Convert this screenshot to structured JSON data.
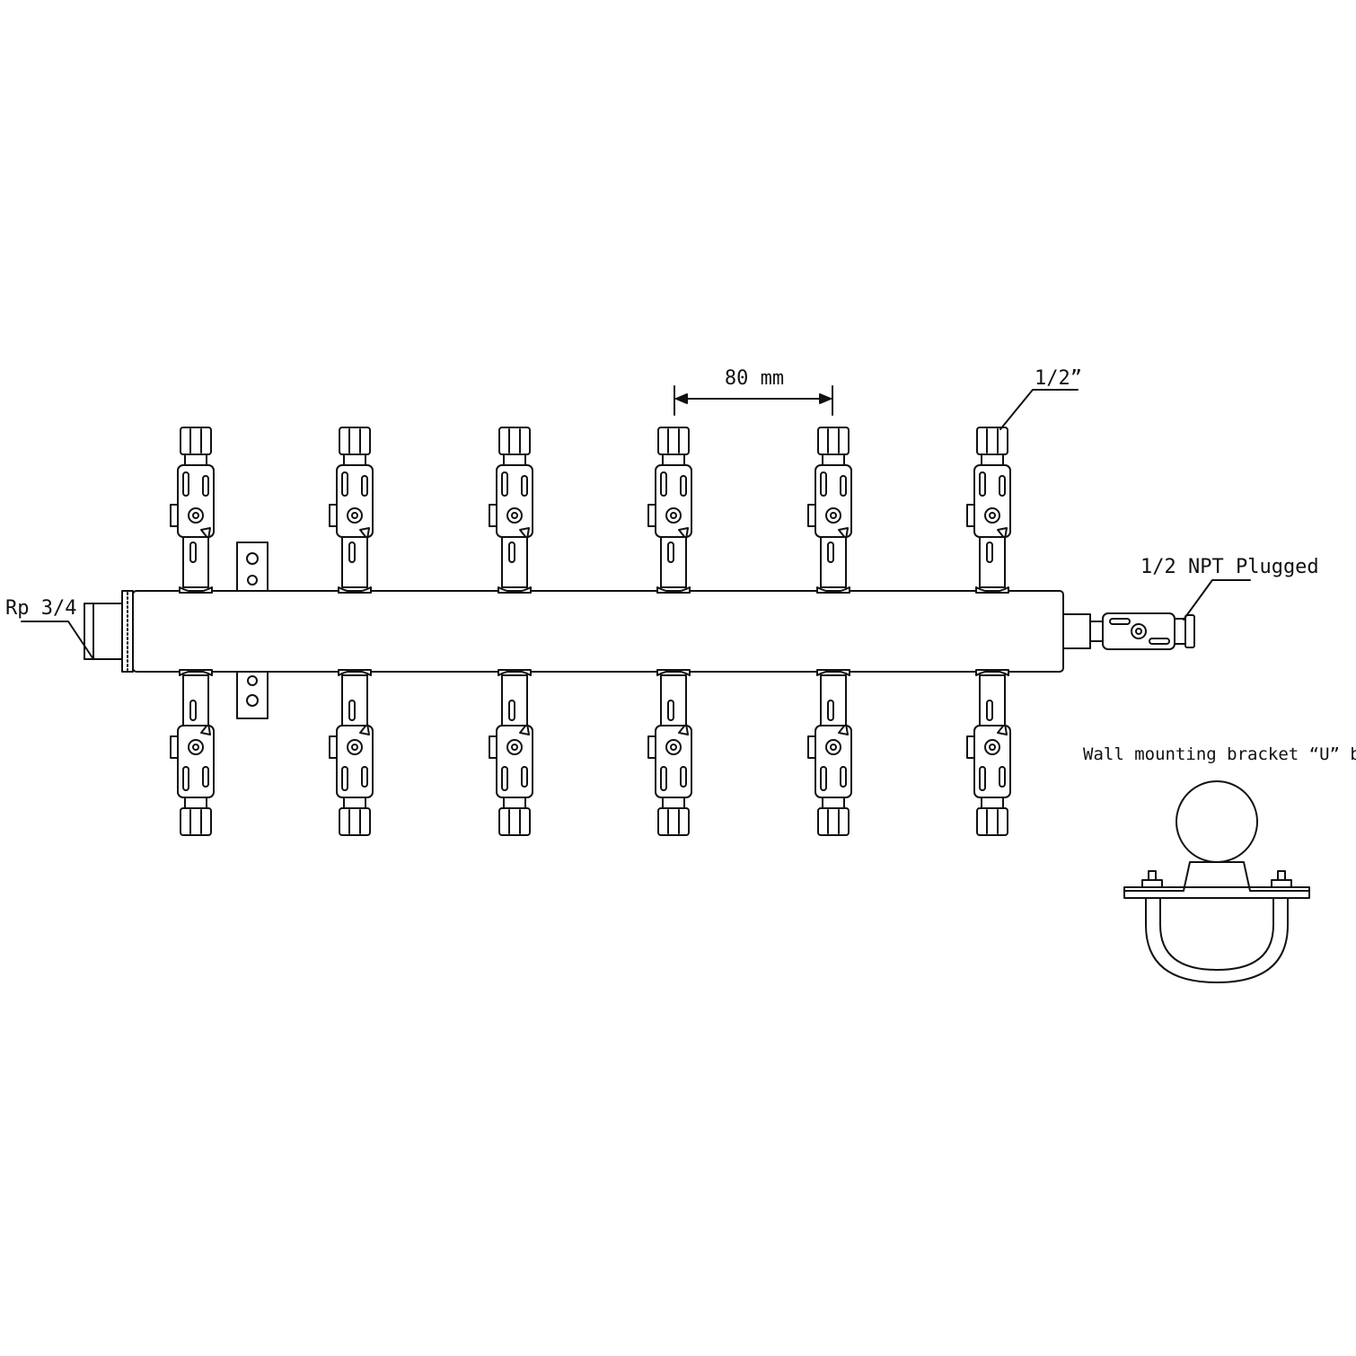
{
  "labels": {
    "spacing": "80 mm",
    "outlet_size": "1/2”",
    "inlet": "Rp 3/4",
    "end_plug": "1/2 NPT Plugged",
    "bracket_caption": "Wall mounting bracket “U” bolt"
  },
  "manifold": {
    "outlets_per_side": 6,
    "sides": [
      "top",
      "bottom"
    ]
  },
  "colors": {
    "line": "#111111",
    "background": "#ffffff"
  }
}
